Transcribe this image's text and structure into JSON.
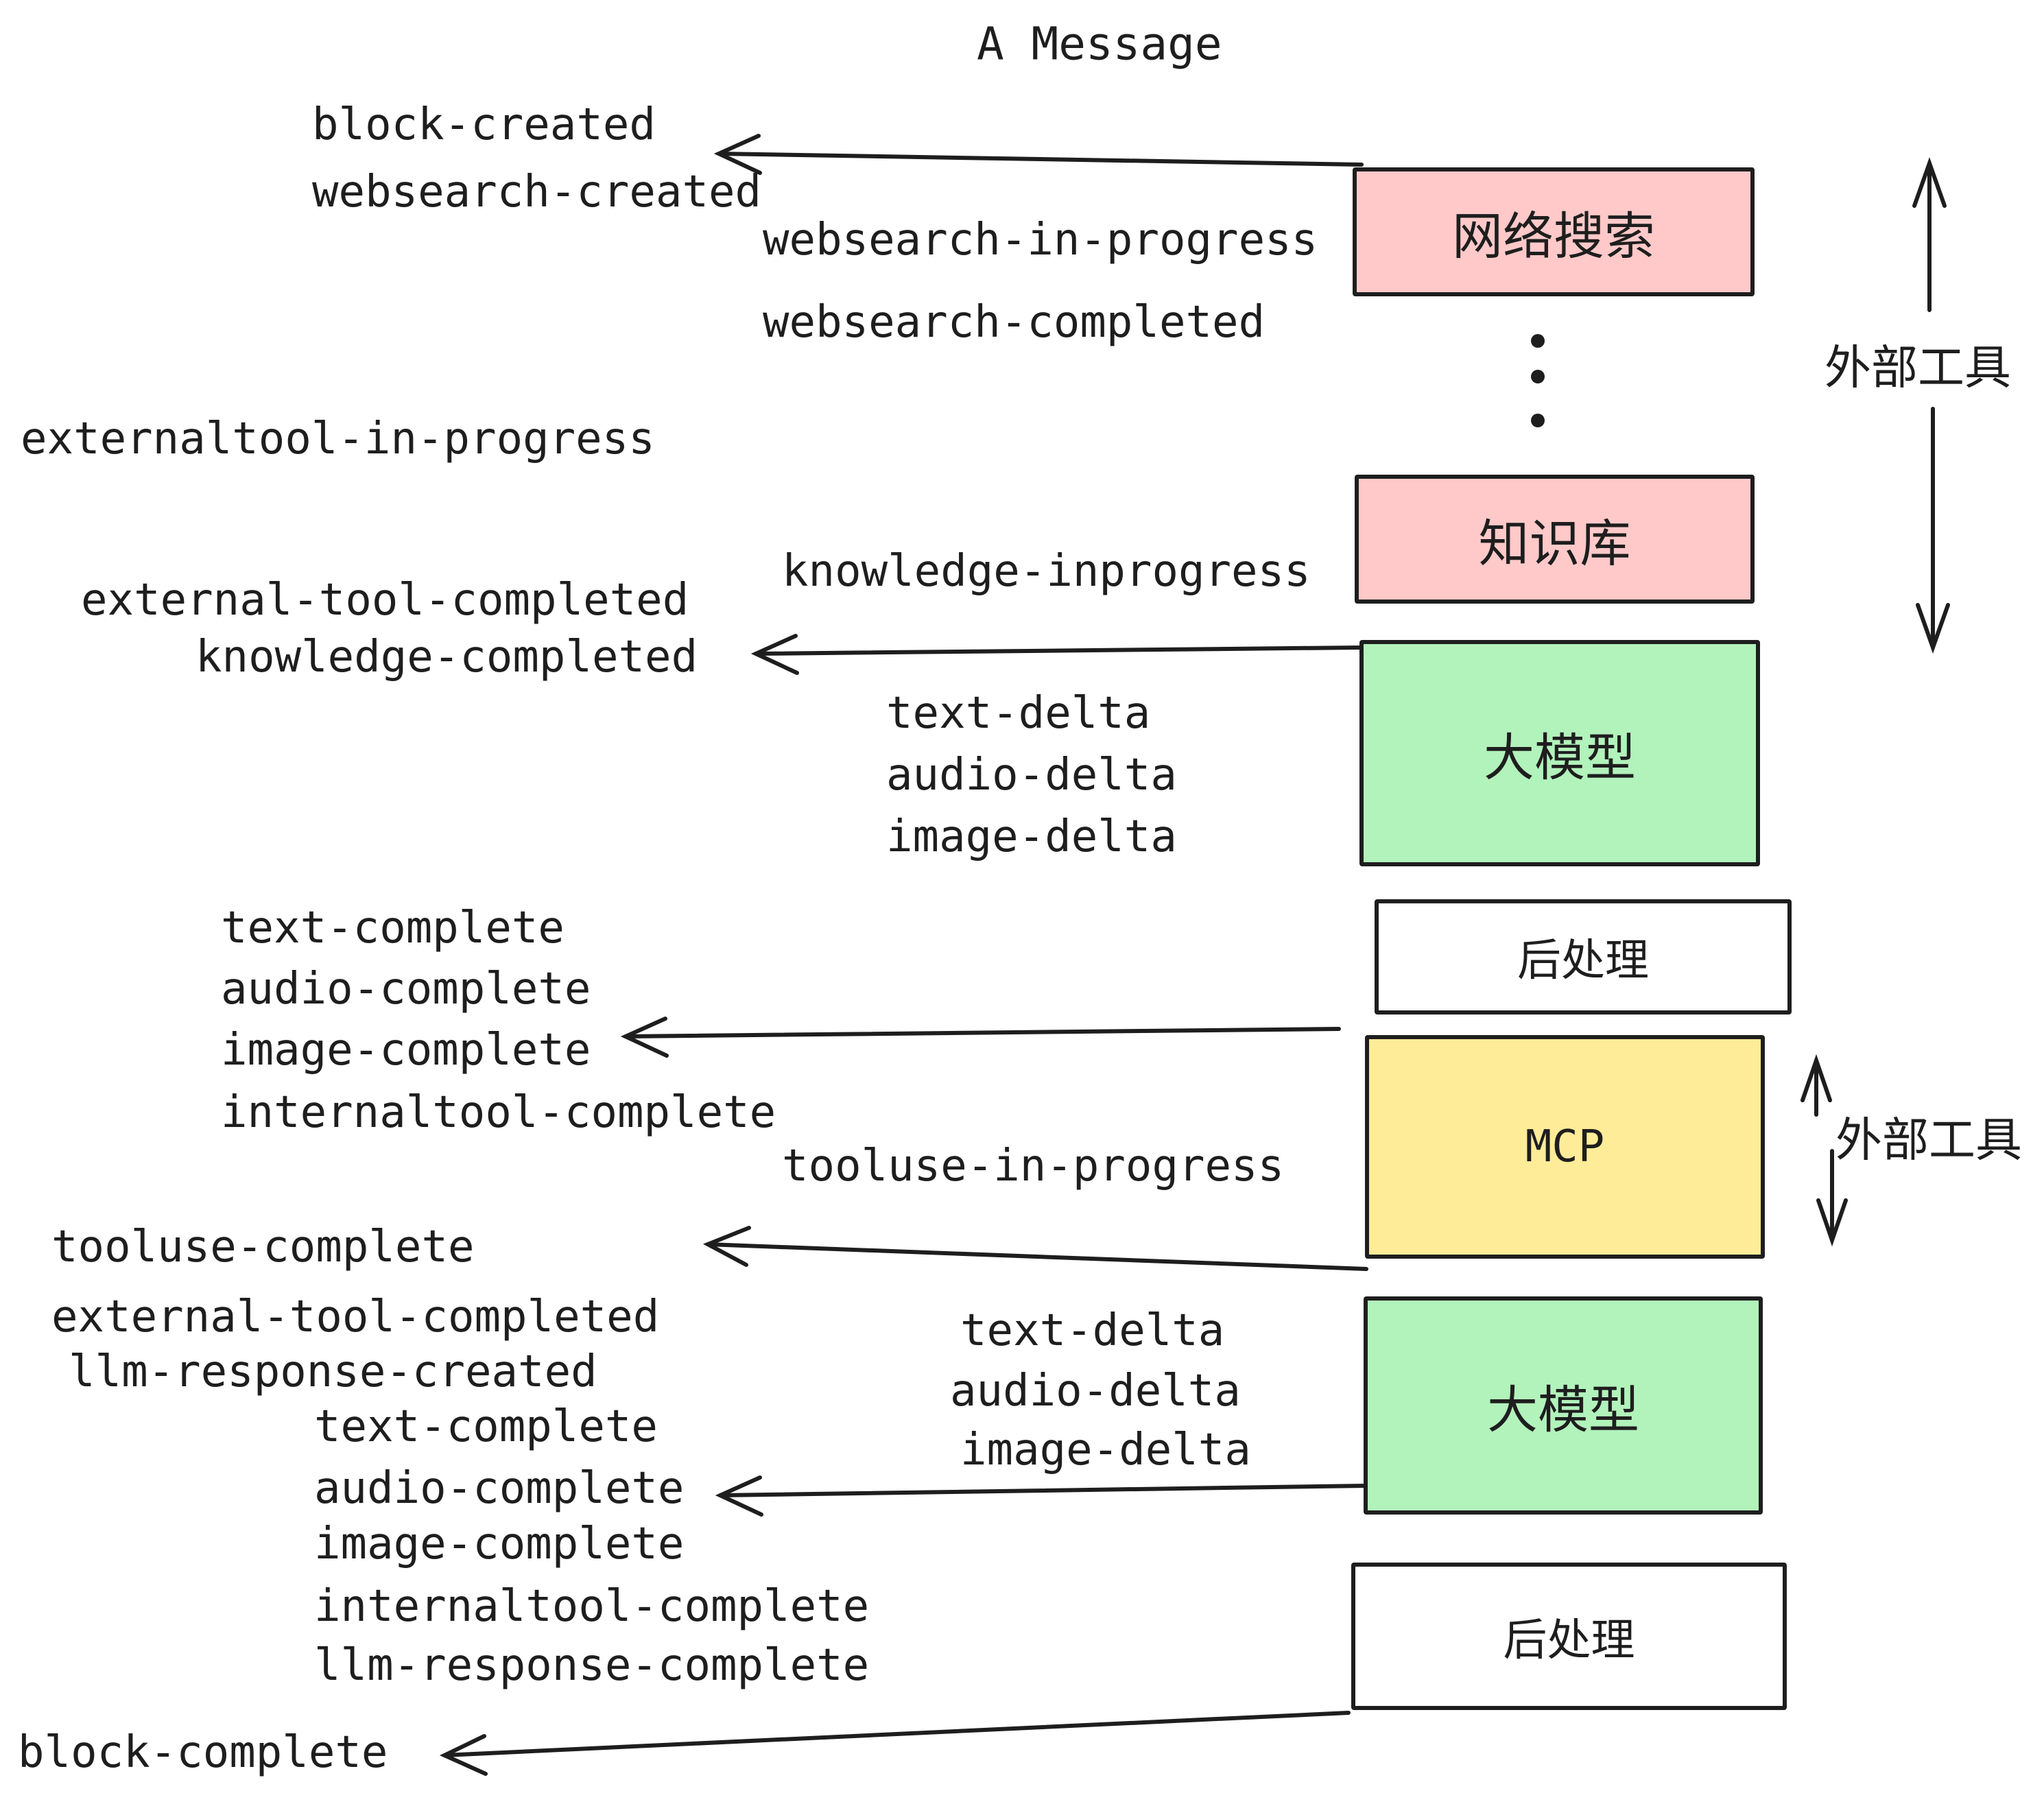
{
  "title": "A Message",
  "boxes": [
    {
      "id": "websearch",
      "label": "网络搜索",
      "color": "#ffc9c9"
    },
    {
      "id": "knowledge",
      "label": "知识库",
      "color": "#ffc9c9"
    },
    {
      "id": "llm-1",
      "label": "大模型",
      "color": "#b2f2bb"
    },
    {
      "id": "post-1",
      "label": "后处理",
      "color": "#ffffff"
    },
    {
      "id": "mcp",
      "label": "MCP",
      "color": "#ffec99"
    },
    {
      "id": "llm-2",
      "label": "大模型",
      "color": "#b2f2bb"
    },
    {
      "id": "post-2",
      "label": "后处理",
      "color": "#ffffff"
    }
  ],
  "side_labels": {
    "external_tools_top": "外部工具",
    "external_tools_bottom": "外部工具"
  },
  "events": [
    {
      "text": "block-created"
    },
    {
      "text": "websearch-created"
    },
    {
      "text": "websearch-in-progress"
    },
    {
      "text": "websearch-completed"
    },
    {
      "text": "externaltool-in-progress"
    },
    {
      "text": "knowledge-inprogress"
    },
    {
      "text": "external-tool-completed"
    },
    {
      "text": "knowledge-completed"
    },
    {
      "text": "text-delta"
    },
    {
      "text": "audio-delta"
    },
    {
      "text": "image-delta"
    },
    {
      "text": "text-complete"
    },
    {
      "text": "audio-complete"
    },
    {
      "text": "image-complete"
    },
    {
      "text": "internaltool-complete"
    },
    {
      "text": "tooluse-in-progress"
    },
    {
      "text": "tooluse-complete"
    },
    {
      "text": "external-tool-completed"
    },
    {
      "text": "llm-response-created"
    },
    {
      "text": "text-complete"
    },
    {
      "text": "audio-complete"
    },
    {
      "text": "image-complete"
    },
    {
      "text": "internaltool-complete"
    },
    {
      "text": "llm-response-complete"
    },
    {
      "text": "block-complete"
    },
    {
      "text": "text-delta"
    },
    {
      "text": "audio-delta"
    },
    {
      "text": "image-delta"
    }
  ],
  "colors": {
    "stroke": "#1e1e1e",
    "pink": "#ffc9c9",
    "green": "#b2f2bb",
    "yellow": "#ffec99",
    "white": "#ffffff"
  }
}
